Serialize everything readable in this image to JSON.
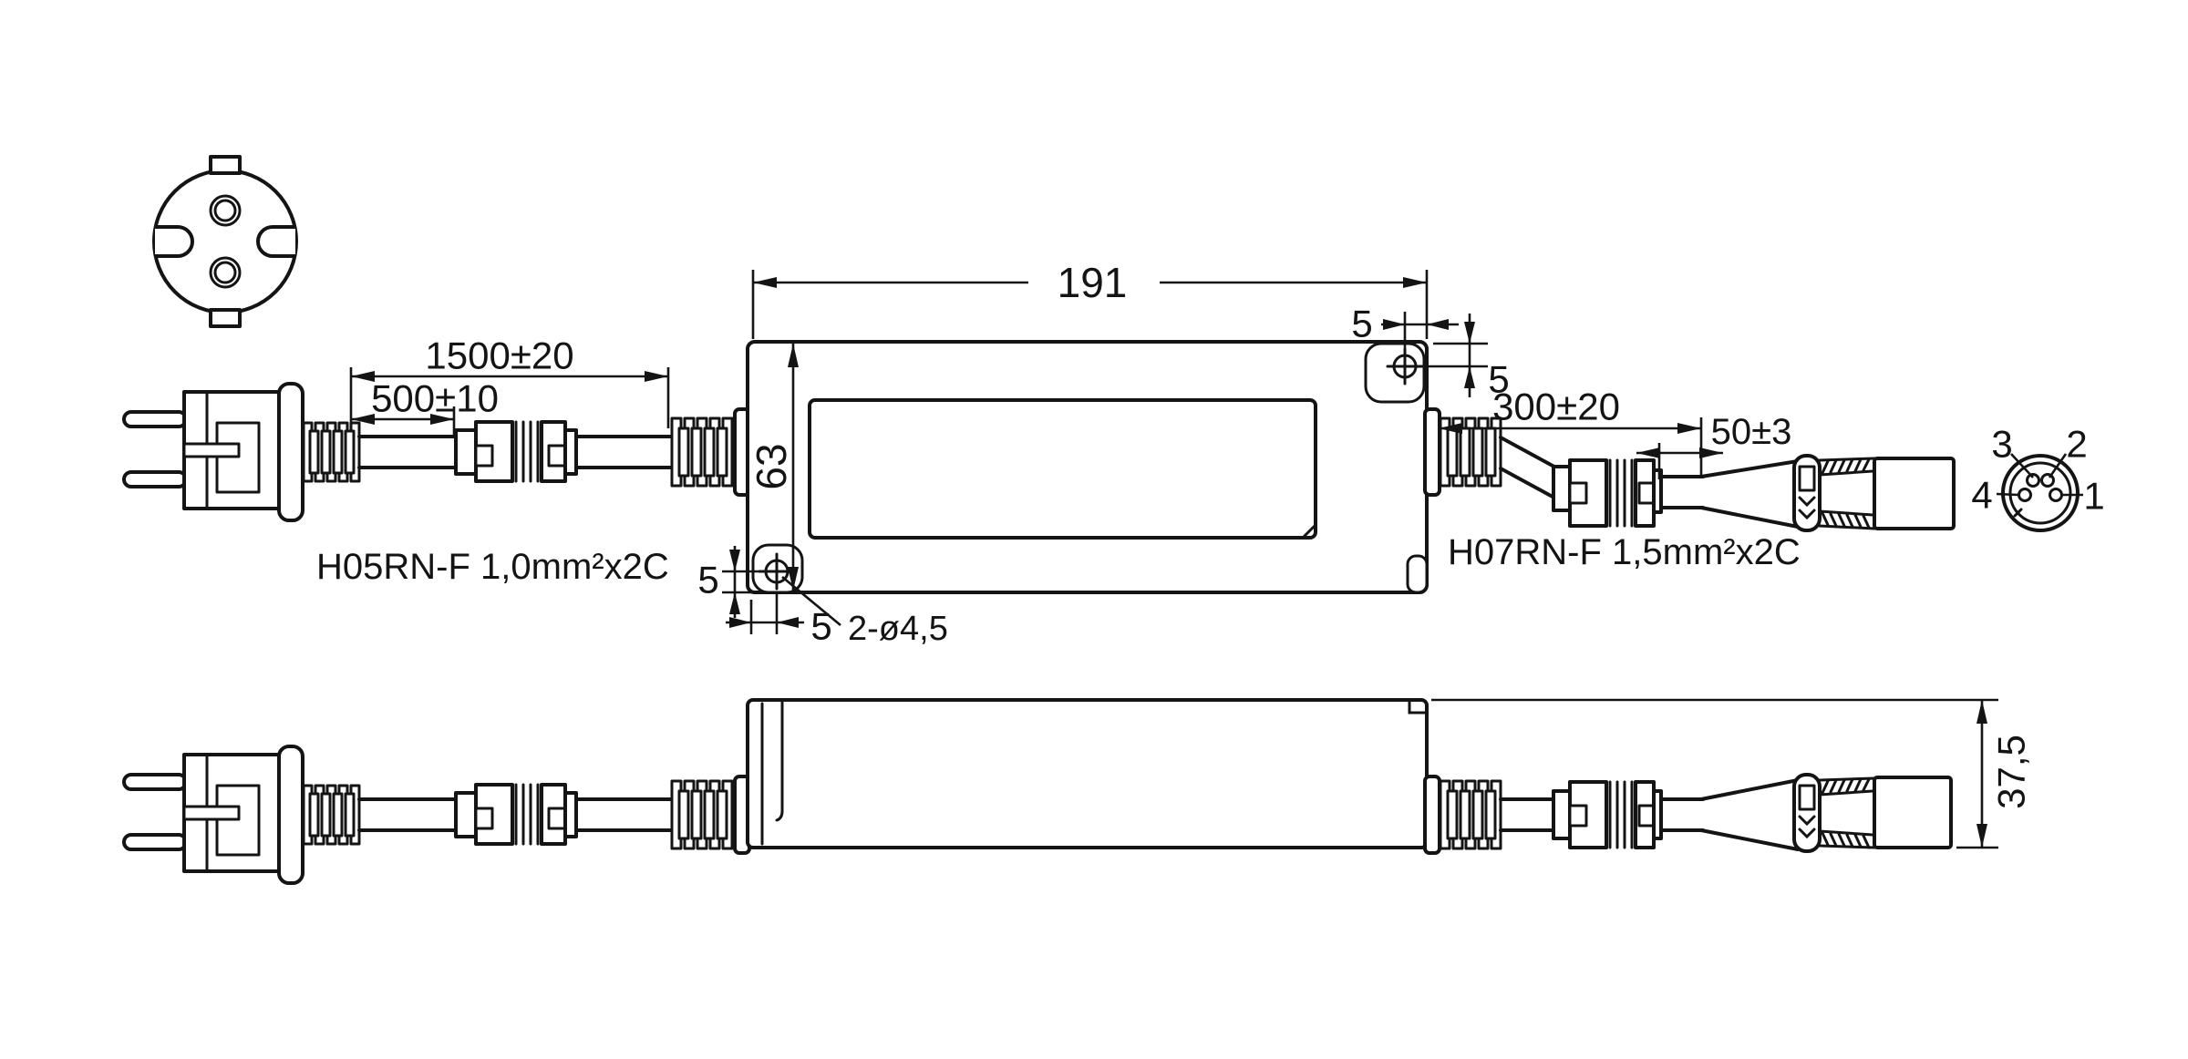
{
  "colors": {
    "background": "#ffffff",
    "line": "#141414"
  },
  "top_view": {
    "dims": {
      "body_length": "191",
      "hole_top_offset_x": "5",
      "hole_top_offset_y": "5",
      "input_cable_total": "1500±20",
      "input_cable_to_connector": "500±10",
      "body_width": "63",
      "output_cable": "300±20",
      "output_end_cable": "50±3",
      "hole_bottom_offset_y": "5",
      "hole_bottom_offset_x": "5",
      "mounting_holes": "2-ø4,5"
    },
    "labels": {
      "input_cable_spec": "H05RN-F 1,0mm²x2C",
      "output_cable_spec": "H07RN-F 1,5mm²x2C"
    }
  },
  "side_view": {
    "dims": {
      "body_height": "37,5"
    }
  },
  "pinout": {
    "pin_labels": [
      "3",
      "2",
      "4",
      "1"
    ]
  }
}
